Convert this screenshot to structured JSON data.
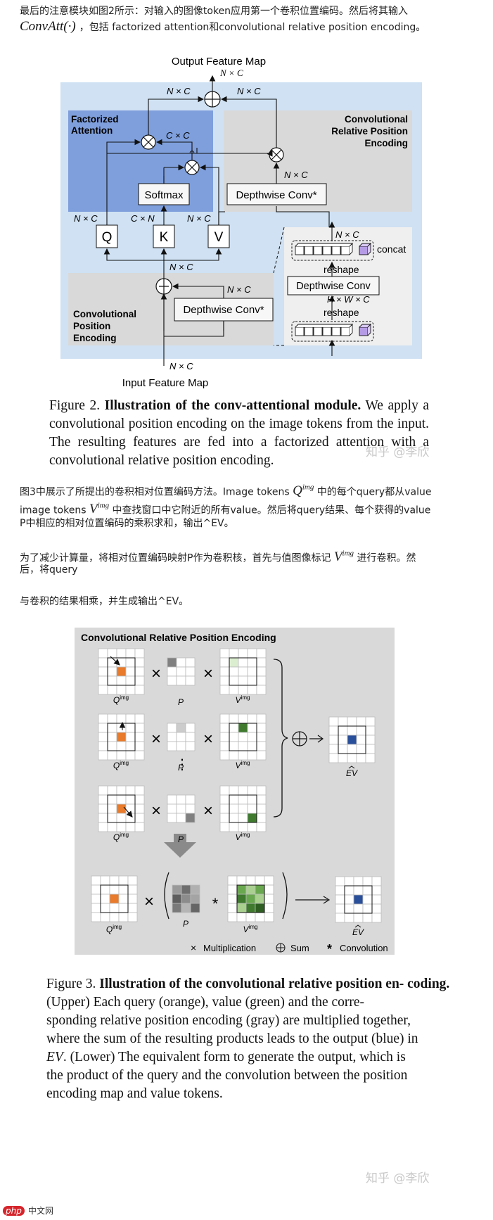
{
  "intro": {
    "line1": "最后的注意模块如图2所示：对输入的图像token应用第一个卷积位置编码。然后将其输入",
    "convatt": "ConvAtt(·)",
    "line2_rest": "，包括 factorized attention和convolutional relative position encoding。"
  },
  "fig2": {
    "output_label": "Output Feature Map",
    "input_label": "Input Feature Map",
    "factorized_label": [
      "Factorized",
      "Attention"
    ],
    "crpe_label": [
      "Convolutional",
      "Relative Position",
      "Encoding"
    ],
    "cpe_label": [
      "Convolutional",
      "Position",
      "Encoding"
    ],
    "softmax": "Softmax",
    "dwconv_star": "Depthwise Conv*",
    "dwconv": "Depthwise Conv",
    "q": "Q",
    "k": "K",
    "v": "V",
    "reshape": "reshape",
    "concat": "concat",
    "nc": "N × C",
    "cc": "C × C",
    "cn": "C × N",
    "hwc": "H × W × C",
    "caption_prefix": "Figure 2. ",
    "caption_bold": "Illustration of the conv-attentional module.",
    "caption_rest": " We apply a convolutional position encoding on the image tokens from the input. The resulting features are fed into a factorized attention with a convolutional relative position encoding."
  },
  "watermark": "知乎 @李欣",
  "para2": {
    "l1a": "图3中展示了所提出的卷积相对位置编码方法。Image tokens",
    "q_img": "Q",
    "img_sup": "img",
    "l1b": "中的每个query都从value",
    "l2a": "image tokens",
    "v_img": "V",
    "l2b": "中查找窗口中它附近的所有value。然后将query结果、每个获得的value",
    "l3": "P中相应的相对位置编码的乘积求和，输出^EV。"
  },
  "para3": {
    "l1a": "为了减少计算量，将相对位置编码映射P作为卷积核，首先与值图像标记",
    "v": "V",
    "sup": "img",
    "l1b": "进行卷积。然",
    "l2": "后，将query"
  },
  "para4": "与卷积的结果相乘，并生成输出^EV。",
  "fig3": {
    "title": "Convolutional Relative Position Encoding",
    "q_label": "Q",
    "v_label": "V",
    "sup": "img",
    "p_label": "P",
    "ev_label": "EV",
    "legend_mult": "Multiplication",
    "legend_sum": "Sum",
    "legend_conv": "Convolution",
    "times": "×",
    "star": "*",
    "dots": "⋮",
    "colors": {
      "orange": "#e87b2c",
      "green": "#3f7a2f",
      "lightgreen": "#a9d08e",
      "midgreen": "#6aa84f",
      "blue": "#2a4f9a",
      "gray": "#808080",
      "lightgray": "#cccccc"
    },
    "caption_prefix": "Figure 3. ",
    "caption_bold": "Illustration of the convolutional relative position en- coding.",
    "caption_l2": " (Upper) Each query (orange), value (green) and the corre-",
    "caption_l3": "sponding relative position encoding (gray) are multiplied together,",
    "caption_l4": "where the sum of the resulting products leads to the output (blue) in",
    "caption_l5_math": "EV",
    "caption_l5": ". (Lower) The equivalent form to generate the output, which is",
    "caption_l6": "the product of the query and the convolution between the position",
    "caption_l7": "encoding map and value tokens."
  },
  "logo": {
    "php": "php",
    "zh": "中文网"
  }
}
